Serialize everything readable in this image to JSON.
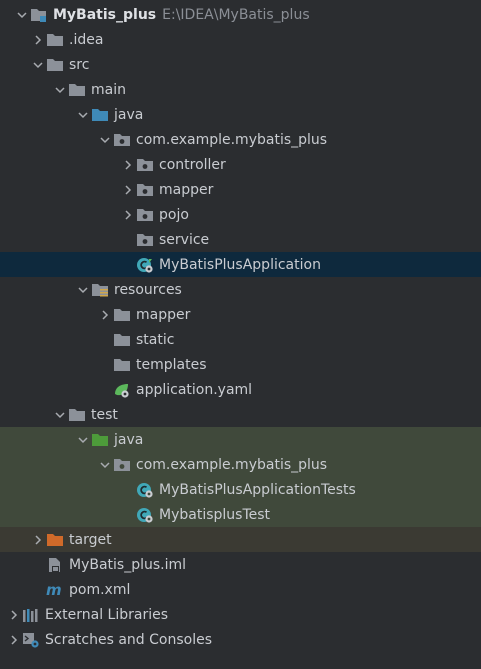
{
  "project": {
    "name": "MyBatis_plus",
    "path": "E:\\IDEA\\MyBatis_plus"
  },
  "nodes": {
    "idea": ".idea",
    "src": "src",
    "main": "main",
    "main_java": "java",
    "main_pkg": "com.example.mybatis_plus",
    "controller": "controller",
    "mapper": "mapper",
    "pojo": "pojo",
    "service": "service",
    "app_class": "MyBatisPlusApplication",
    "resources": "resources",
    "res_mapper": "mapper",
    "static": "static",
    "templates": "templates",
    "app_yaml": "application.yaml",
    "test": "test",
    "test_java": "java",
    "test_pkg": "com.example.mybatis_plus",
    "test_class1": "MyBatisPlusApplicationTests",
    "test_class2": "MybatisplusTest",
    "target": "target",
    "iml": "MyBatis_plus.iml",
    "pom": "pom.xml",
    "ext_libs": "External Libraries",
    "scratches": "Scratches and Consoles"
  },
  "colors": {
    "folder_gray": "#8c9199",
    "folder_blue": "#3f8ab8",
    "folder_green": "#4d9b3a",
    "folder_orange": "#d06a2a",
    "class_teal": "#40a8b8",
    "selection": "#0e293d"
  }
}
